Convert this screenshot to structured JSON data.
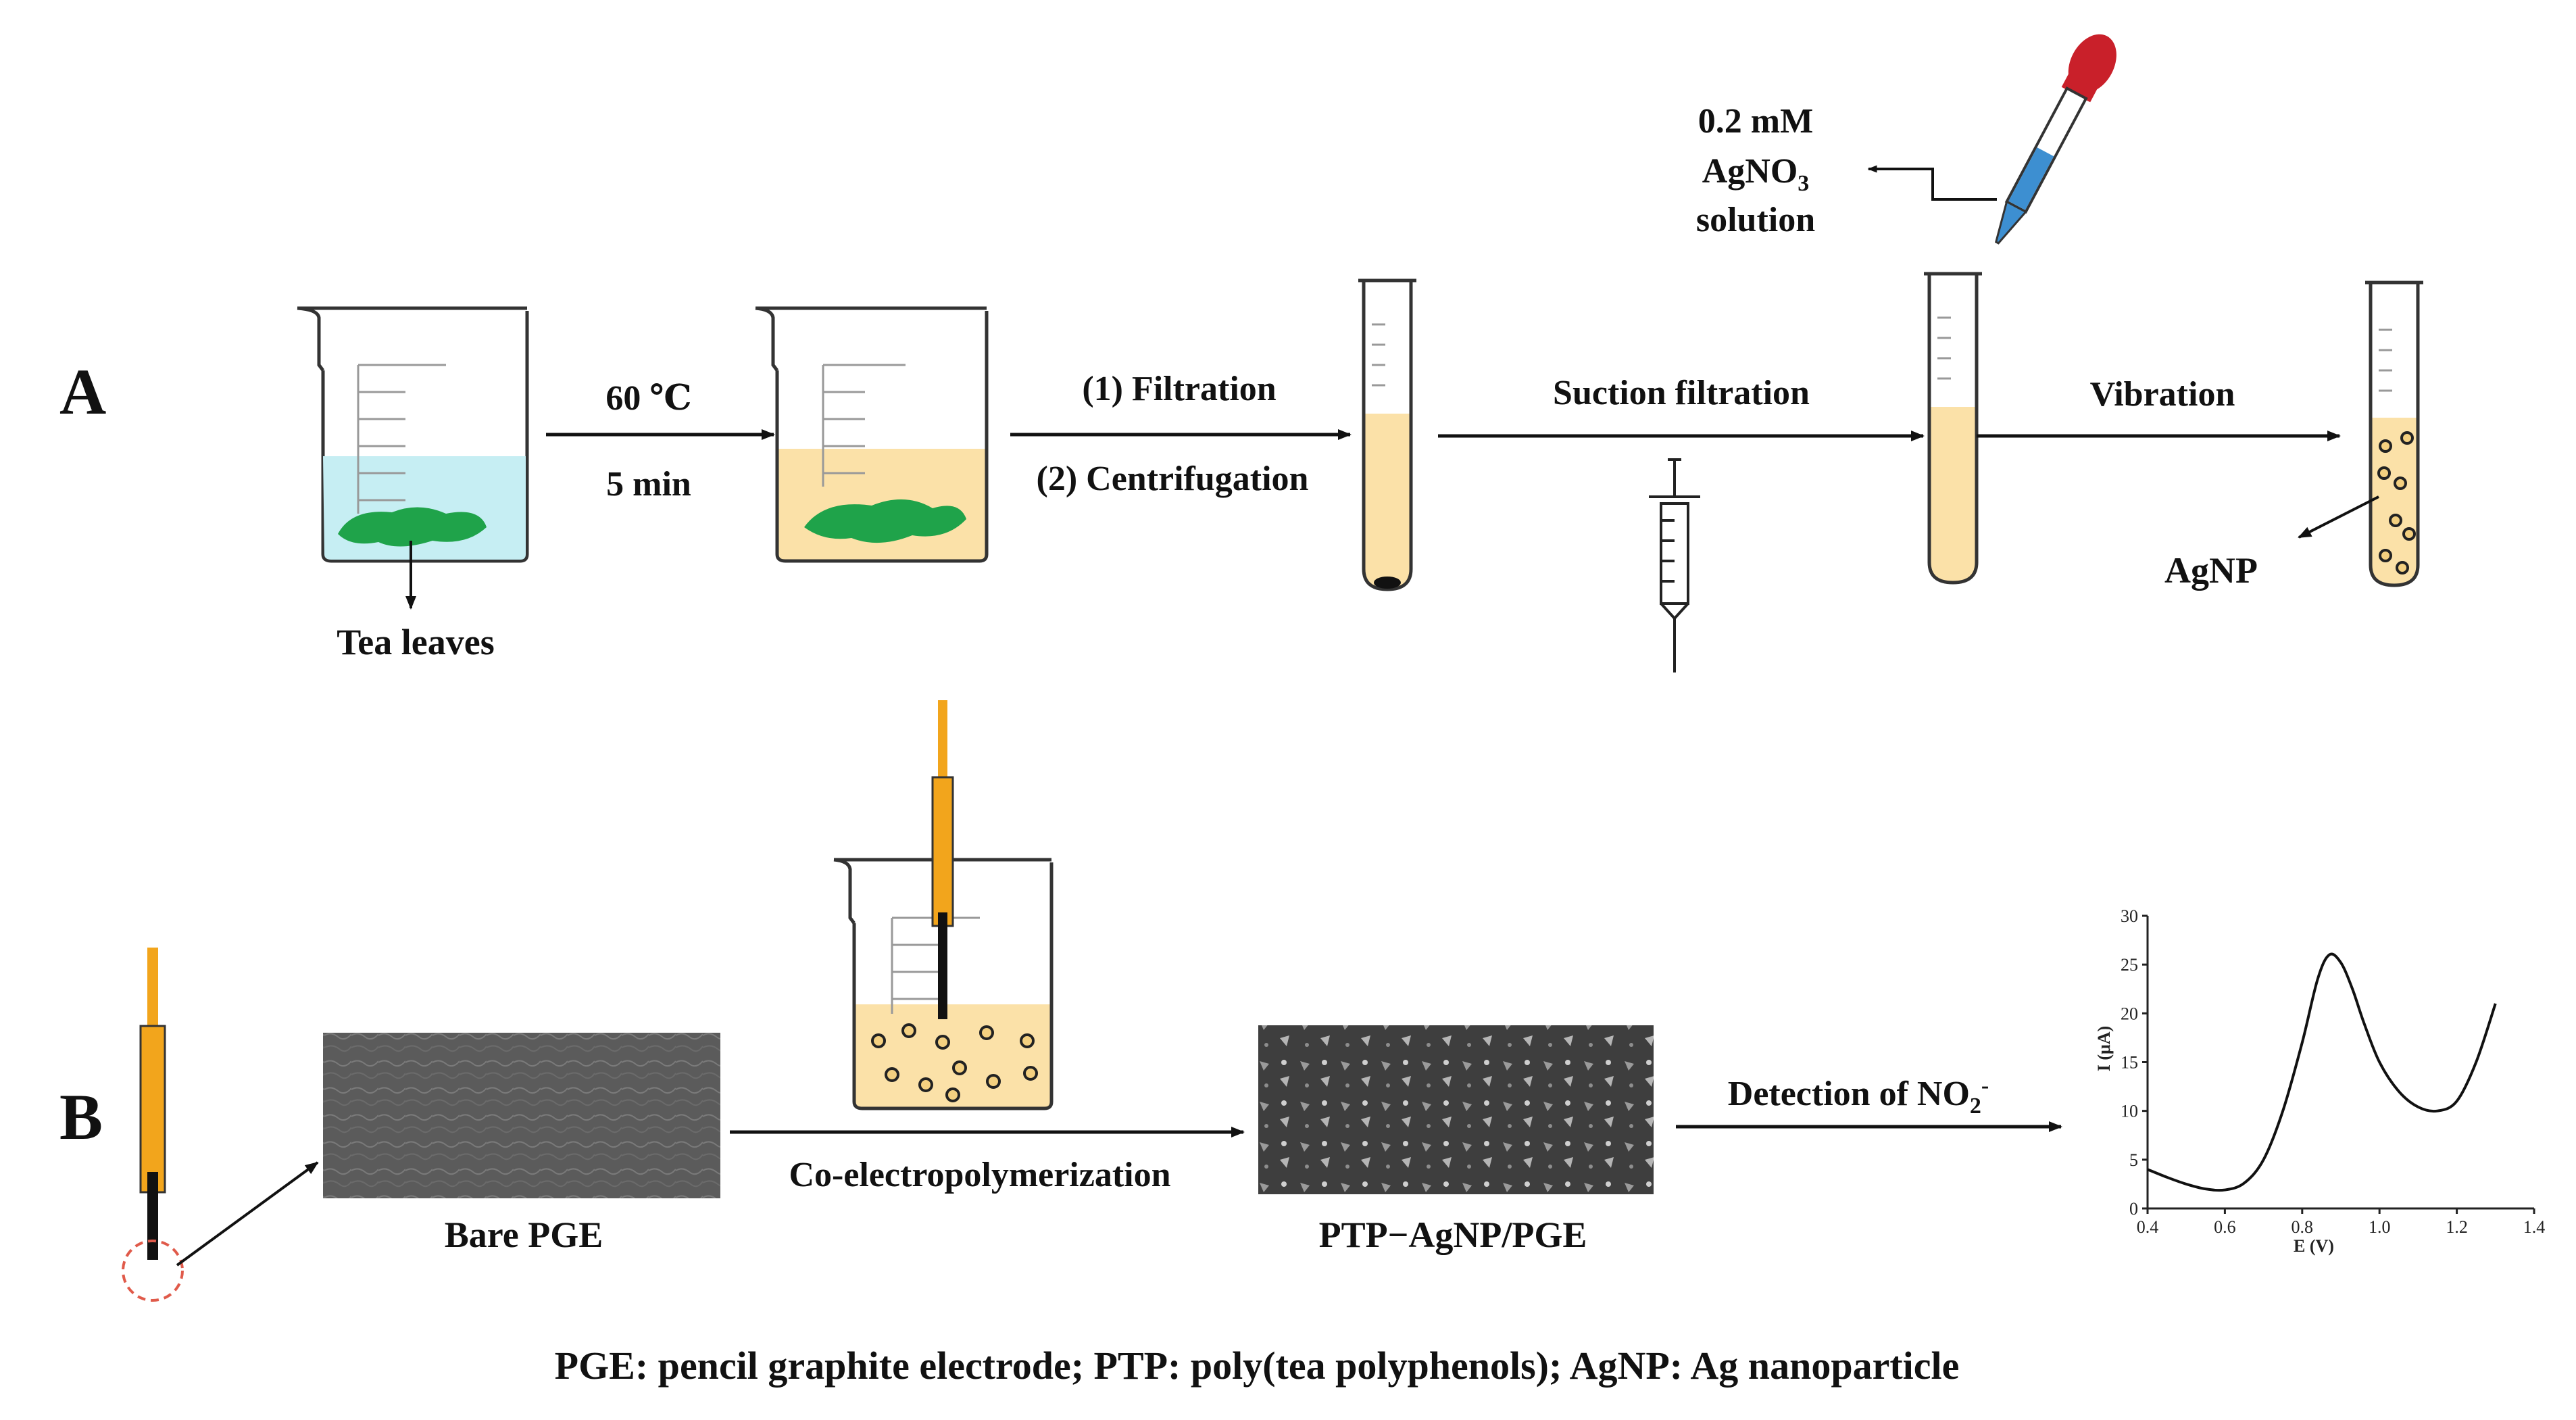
{
  "panel_a": {
    "label": "A",
    "tea_leaves": "Tea leaves",
    "heat_temp": "60 ℃",
    "heat_time": "5 min",
    "step1": "(1) Filtration",
    "step2": "(2) Centrifugation",
    "suction": "Suction filtration",
    "agno3_line1": "0.2 mM",
    "agno3_line2_base": "AgNO",
    "agno3_line2_sub": "3",
    "agno3_line3": "solution",
    "vibration": "Vibration",
    "agnp": "AgNP"
  },
  "panel_b": {
    "label": "B",
    "bare_pge": "Bare PGE",
    "co_electro": "Co-electropolymerization",
    "ptp_agnp": "PTP−AgNP/PGE",
    "detection_base": "Detection of NO",
    "detection_sub": "2",
    "detection_sup": "-"
  },
  "footnote": "PGE: pencil graphite electrode; PTP: poly(tea polyphenols); AgNP: Ag nanoparticle",
  "colors": {
    "water": "#c6eef3",
    "extract": "#fbe1a8",
    "leaf": "#1fa34a",
    "pencil": "#f2a51c",
    "pipette_bulb": "#c9202a",
    "pipette_liquid": "#3d8fd1",
    "sem": "#5a5a5a"
  },
  "chart_data": {
    "type": "line",
    "xlabel": "E (V)",
    "ylabel": "I (μA)",
    "xlim": [
      0.4,
      1.4
    ],
    "ylim": [
      0,
      30
    ],
    "xticks": [
      "0.4",
      "0.6",
      "0.8",
      "1.0",
      "1.2",
      "1.4"
    ],
    "yticks": [
      "0",
      "5",
      "10",
      "15",
      "20",
      "25",
      "30"
    ],
    "series": [
      {
        "x": [
          0.4,
          0.45,
          0.5,
          0.55,
          0.6,
          0.65,
          0.7,
          0.75,
          0.8,
          0.84,
          0.87,
          0.9,
          0.93,
          0.96,
          1.0,
          1.05,
          1.1,
          1.15,
          1.2,
          1.25,
          1.3
        ],
        "y": [
          4.0,
          3.2,
          2.5,
          2.0,
          1.9,
          2.6,
          5.0,
          10.0,
          17.0,
          23.5,
          26.0,
          25.2,
          22.5,
          19.0,
          15.0,
          12.0,
          10.4,
          10.0,
          11.0,
          15.0,
          21.0
        ]
      }
    ]
  }
}
